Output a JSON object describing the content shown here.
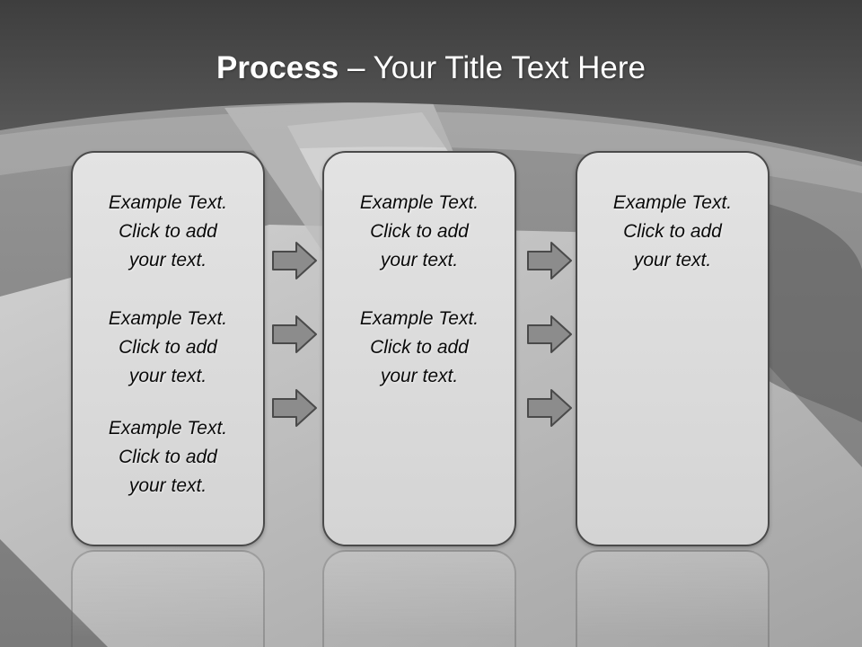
{
  "slide": {
    "title": {
      "bold": "Process",
      "rest": "– Your Title Text Here"
    },
    "columns": [
      {
        "blocks": [
          [
            "Example Text.",
            "Click  to add",
            "your text."
          ],
          [
            "Example Text.",
            "Click  to add",
            "your text."
          ],
          [
            "Example Text.",
            "Click  to add",
            "your text."
          ]
        ]
      },
      {
        "blocks": [
          [
            "Example Text.",
            "Click  to add",
            "your text."
          ],
          [
            "Example Text.",
            "Click  to add",
            "your text."
          ]
        ]
      },
      {
        "blocks": [
          [
            "Example Text.",
            "Click  to add",
            "your text."
          ]
        ]
      }
    ],
    "colors": {
      "header_band": "#4d4d4d",
      "box_fill": "#dcdcdc",
      "box_border": "#4a4a4a",
      "arrow_fill": "#8c8c8c"
    }
  }
}
